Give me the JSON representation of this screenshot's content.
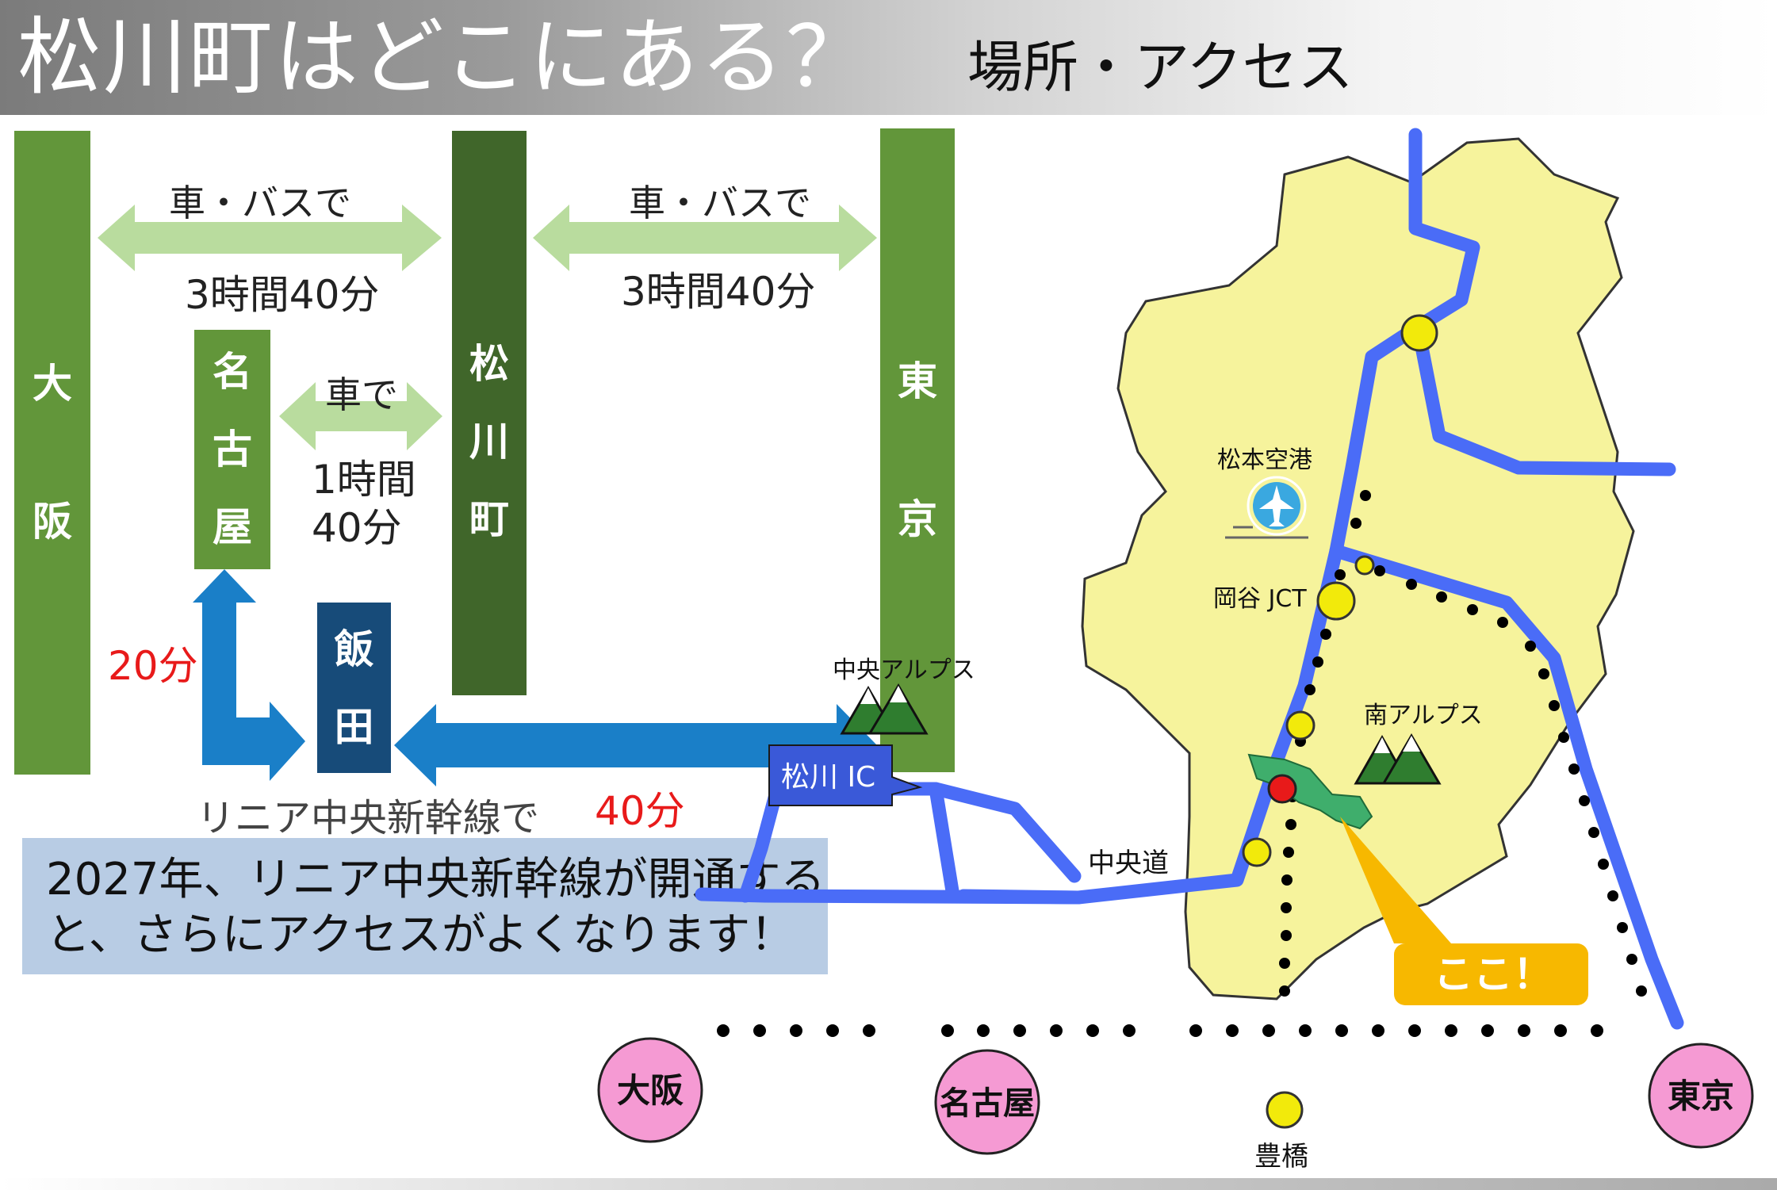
{
  "header": {
    "title": "松川町はどこにある？",
    "subtitle": "場所・アクセス"
  },
  "colors": {
    "bar_green": "#62963a",
    "bar_dark_green": "#40662a",
    "bar_navy": "#174b79",
    "arrow_light_green": "#b9dc9e",
    "arrow_blue": "#1a7fc8",
    "highway_blue": "#4a6cf7",
    "map_fill": "#f6f39c",
    "city_pink": "#f59ad3",
    "station_yellow": "#f2ea0b",
    "callout_orange": "#f7b800",
    "info_box": "#b8cce4",
    "red_label": "#e81a1a"
  },
  "diagram": {
    "bars": {
      "osaka": [
        "大",
        "阪"
      ],
      "nagoya": [
        "名",
        "古",
        "屋"
      ],
      "matsukawa": [
        "松",
        "川",
        "町"
      ],
      "iida": [
        "飯",
        "田"
      ],
      "tokyo": [
        "東",
        "京"
      ]
    },
    "osaka_matsukawa": {
      "mode": "車・バスで",
      "time": "3時間40分"
    },
    "matsukawa_tokyo": {
      "mode": "車・バスで",
      "time": "3時間40分"
    },
    "nagoya_matsukawa": {
      "mode": "車で",
      "time_line1": "1時間",
      "time_line2": "40分"
    },
    "nagoya_iida_time": "20分",
    "linear": {
      "label": "リニア中央新幹線で",
      "time": "40分"
    }
  },
  "info": {
    "line1": "2027年、リニア中央新幹線が開通する",
    "line2": "と、さらにアクセスがよくなります！"
  },
  "map": {
    "airport": "松本空港",
    "okaya_jct": "岡谷 JCT",
    "chuo_alps": "中央アルプス",
    "minami_alps": "南アルプス",
    "matsukawa_ic": "松川 IC",
    "chuodo": "中央道",
    "here": "ここ！",
    "toyohashi": "豊橋",
    "cities": {
      "osaka": "大阪",
      "nagoya": "名古屋",
      "tokyo": "東京"
    }
  }
}
